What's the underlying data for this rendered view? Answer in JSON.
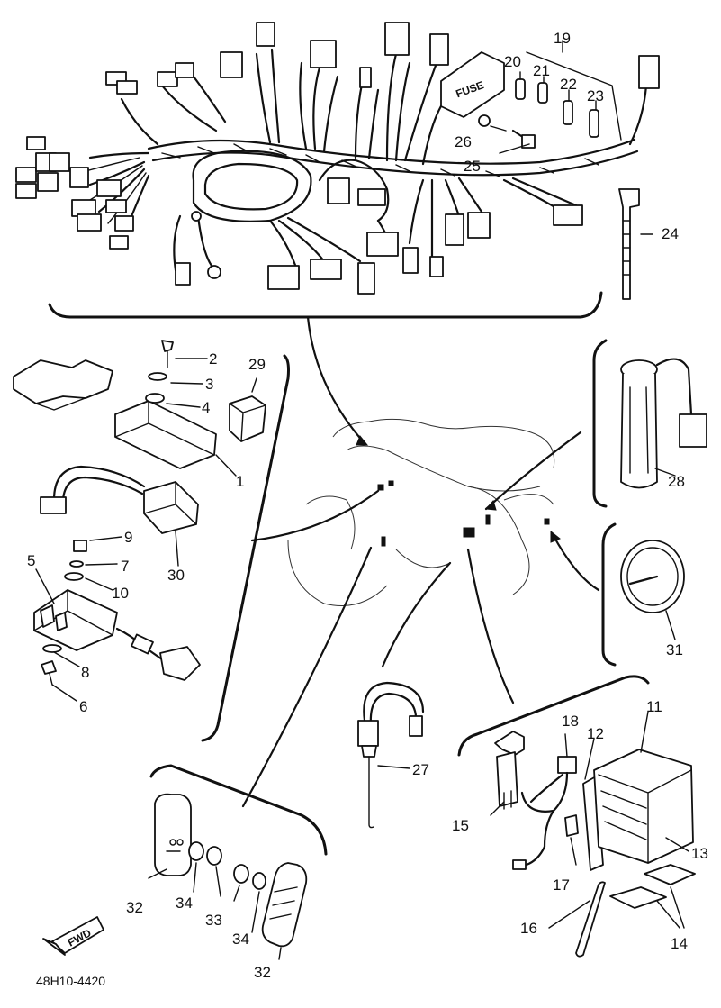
{
  "labels": {
    "p1": "1",
    "p2": "2",
    "p3": "3",
    "p4": "4",
    "p5": "5",
    "p6": "6",
    "p7": "7",
    "p8": "8",
    "p9": "9",
    "p10": "10",
    "p11": "11",
    "p12": "12",
    "p13": "13",
    "p14": "14",
    "p15": "15",
    "p16": "16",
    "p17": "17",
    "p18": "18",
    "p19": "19",
    "p20": "20",
    "p21": "21",
    "p22": "22",
    "p23": "23",
    "p24": "24",
    "p25": "25",
    "p26": "26",
    "p27": "27",
    "p28": "28",
    "p29": "29",
    "p30": "30",
    "p31": "31",
    "p32a": "32",
    "p32b": "32",
    "p33": "33",
    "p34a": "34",
    "p34b": "34"
  },
  "fuse_box_text": "FUSE",
  "fwd_text": "FWD",
  "diagram_code": "48H10-4420"
}
